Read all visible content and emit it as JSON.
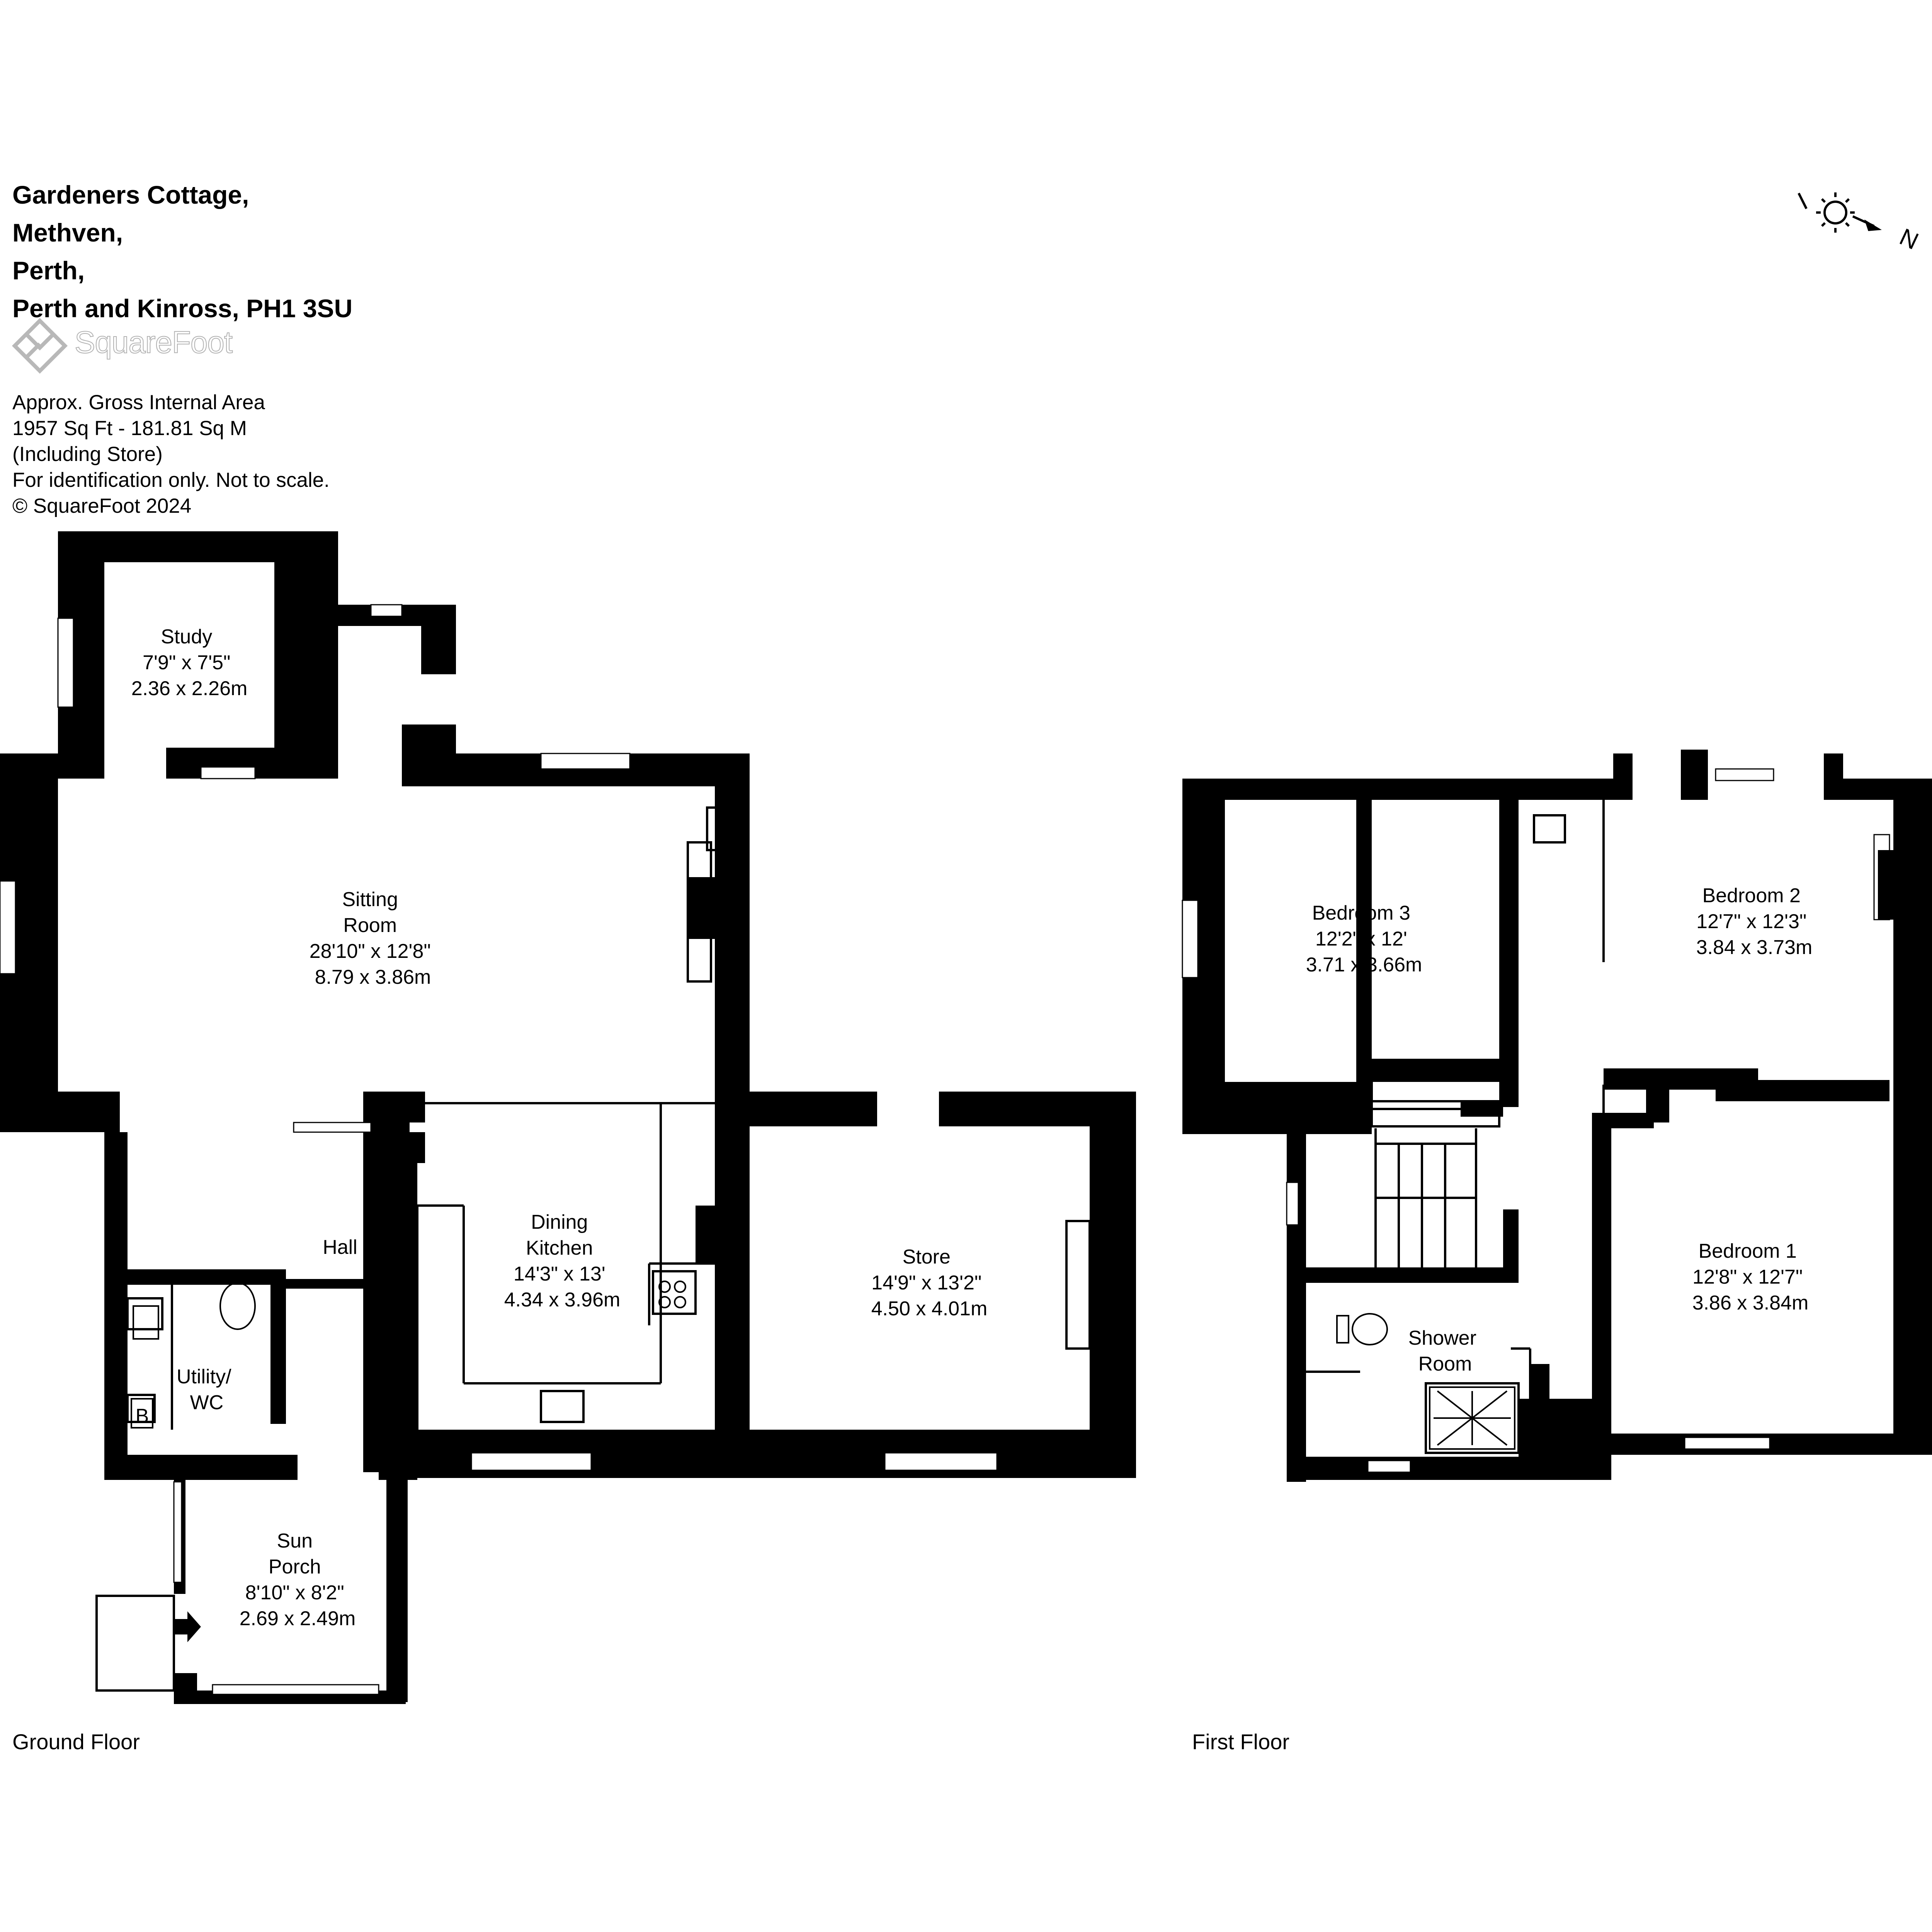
{
  "address": {
    "line1": "Gardeners Cottage,",
    "line2": "Methven,",
    "line3": "Perth,",
    "line4": "Perth and Kinross, PH1 3SU"
  },
  "logo": {
    "text": "SquareFoot",
    "icon": "squarefoot-logo-icon"
  },
  "notes": {
    "line1": "Approx. Gross Internal Area",
    "line2": "1957 Sq Ft  -  181.81 Sq M",
    "line3": "(Including Store)",
    "line4": "For identification only. Not to scale.",
    "line5": "© SquareFoot 2024"
  },
  "compass": {
    "label": "N",
    "icon": "sun-compass-icon"
  },
  "floors": {
    "ground": {
      "label": "Ground Floor"
    },
    "first": {
      "label": "First Floor"
    }
  },
  "rooms": {
    "study": [
      "Study",
      "7'9\" x 7'5\"",
      "2.36 x 2.26m"
    ],
    "sitting_room": [
      "Sitting",
      "Room",
      "28'10\" x 12'8\"",
      "8.79 x 3.86m"
    ],
    "hall": [
      "Hall"
    ],
    "dining_kitchen": [
      "Dining",
      "Kitchen",
      "14'3\" x 13'",
      "4.34 x 3.96m"
    ],
    "store": [
      "Store",
      "14'9\" x 13'2\"",
      "4.50 x 4.01m"
    ],
    "utility_wc": [
      "Utility/",
      "WC"
    ],
    "boiler": [
      "B"
    ],
    "sun_porch": [
      "Sun",
      "Porch",
      "8'10\" x 8'2\"",
      "2.69 x 2.49m"
    ],
    "bedroom3": [
      "Bedroom 3",
      "12'2\" x 12'",
      "3.71 x 3.66m"
    ],
    "bedroom2": [
      "Bedroom 2",
      "12'7\" x 12'3\"",
      "3.84 x 3.73m"
    ],
    "bedroom1": [
      "Bedroom 1",
      "12'8\" x 12'7\"",
      "3.86 x 3.84m"
    ],
    "shower_room": [
      "Shower",
      "Room"
    ]
  }
}
